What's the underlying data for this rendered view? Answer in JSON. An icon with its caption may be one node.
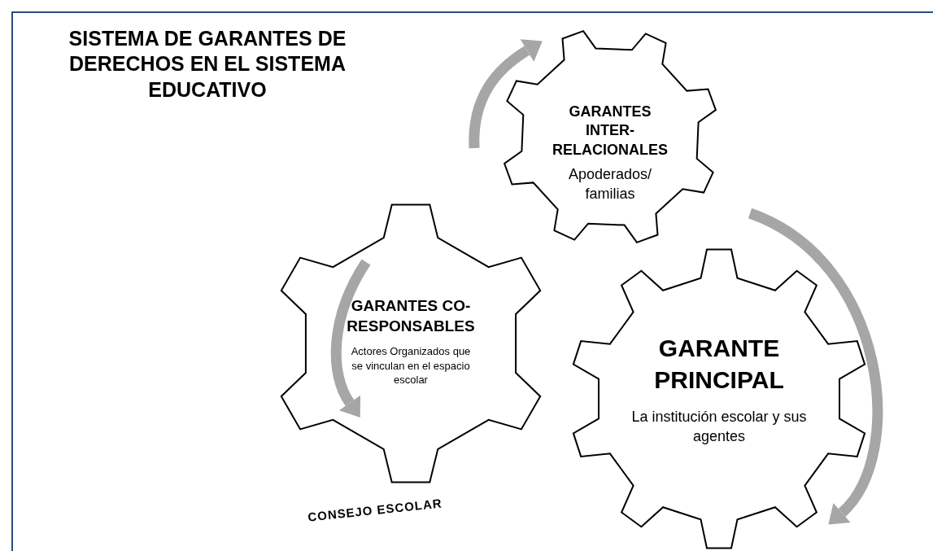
{
  "diagram": {
    "title": "SISTEMA DE GARANTES DE DERECHOS EN EL SISTEMA EDUCATIVO",
    "nodes": [
      {
        "text": [
          "GARANTES INTER-RELACIONALES",
          "Apoderados/ familias"
        ]
      },
      {
        "text": [
          "GARANTES CO-RESPONSABLES",
          "Actores Organizados que se vinculan en el espacio escolar"
        ]
      },
      {
        "text": [
          "GARANTE PRINCIPAL",
          "La institución escolar y sus agentes"
        ]
      }
    ],
    "labels": [
      "CONSEJO ESCOLAR"
    ]
  }
}
